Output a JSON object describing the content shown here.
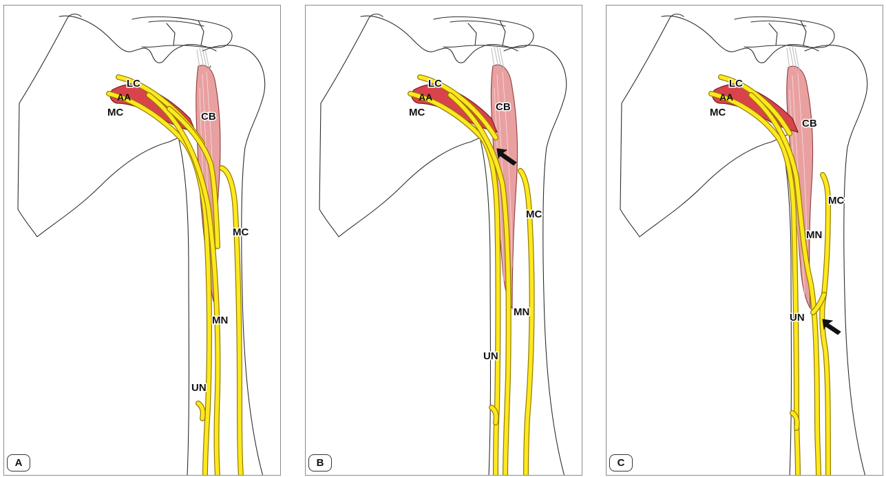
{
  "panels": [
    {
      "tag": "A",
      "labels": {
        "lc": "LC",
        "aa": "AA",
        "mc_cord": "MC",
        "cb": "CB",
        "mc_nerve": "MC",
        "mn": "MN",
        "un": "UN"
      }
    },
    {
      "tag": "B",
      "labels": {
        "lc": "LC",
        "aa": "AA",
        "mc_cord": "MC",
        "cb": "CB",
        "mc_nerve": "MC",
        "mn": "MN",
        "un": "UN"
      }
    },
    {
      "tag": "C",
      "labels": {
        "lc": "LC",
        "aa": "AA",
        "mc_cord": "MC",
        "cb": "CB",
        "mc_nerve": "MC",
        "mn": "MN",
        "un": "UN"
      }
    }
  ],
  "colors": {
    "nerve": "#ffe81f",
    "artery": "#d9434c",
    "muscle": "#e9a0a0",
    "outline": "#2b2b2b"
  }
}
